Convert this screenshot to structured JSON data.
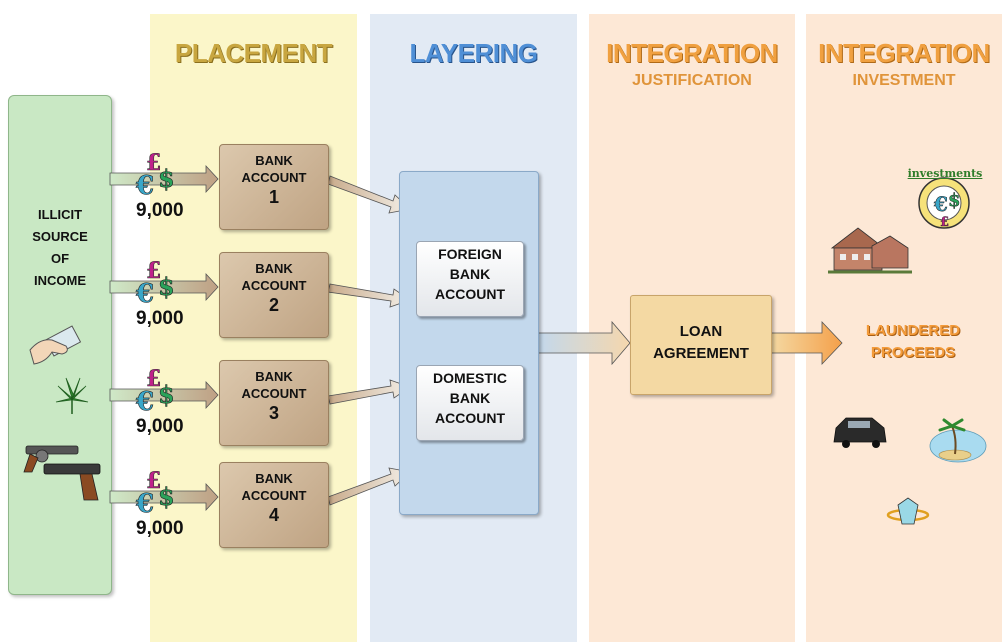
{
  "columns": {
    "placement": "PLACEMENT",
    "layering": "LAYERING",
    "integration_1": "INTEGRATION",
    "integration_1_sub": "JUSTIFICATION",
    "integration_2": "INTEGRATION",
    "integration_2_sub": "INVESTMENT"
  },
  "source": {
    "lines": [
      "ILLICIT",
      "SOURCE",
      "OF",
      "INCOME"
    ]
  },
  "currency_symbols": [
    "£",
    "€",
    "$"
  ],
  "deposits": [
    {
      "amount": "9,000",
      "bank_line1": "BANK",
      "bank_line2": "ACCOUNT",
      "bank_number": "1"
    },
    {
      "amount": "9,000",
      "bank_line1": "BANK",
      "bank_line2": "ACCOUNT",
      "bank_number": "2"
    },
    {
      "amount": "9,000",
      "bank_line1": "BANK",
      "bank_line2": "ACCOUNT",
      "bank_number": "3"
    },
    {
      "amount": "9,000",
      "bank_line1": "BANK",
      "bank_line2": "ACCOUNT",
      "bank_number": "4"
    }
  ],
  "layering_accounts": [
    {
      "lines": [
        "FOREIGN",
        "BANK",
        "ACCOUNT"
      ]
    },
    {
      "lines": [
        "DOMESTIC",
        "BANK",
        "ACCOUNT"
      ]
    }
  ],
  "loan": {
    "lines": [
      "LOAN",
      "AGREEMENT"
    ]
  },
  "laundered": {
    "lines": [
      "LAUNDERED",
      "PROCEEDS"
    ]
  },
  "investment_badge": "investments",
  "icons": [
    "cash-hand-icon",
    "cannabis-leaf-icon",
    "revolver-icon",
    "pistol-icon",
    "investment-badge-icon",
    "house-icon",
    "car-icon",
    "island-icon",
    "diamond-ring-icon"
  ],
  "colors": {
    "placement_band": "#fbf6c9",
    "layering_band": "#e2eaf4",
    "integration_band": "#fde8d6",
    "source_box": "#c9e8c4",
    "bank_box": "#cdb596",
    "layer_box": "#c3d8ec",
    "loan_box": "#f4d9a3",
    "placement_title": "#c8a640",
    "layering_title": "#4f8fd6",
    "integration_title": "#f0a040"
  }
}
